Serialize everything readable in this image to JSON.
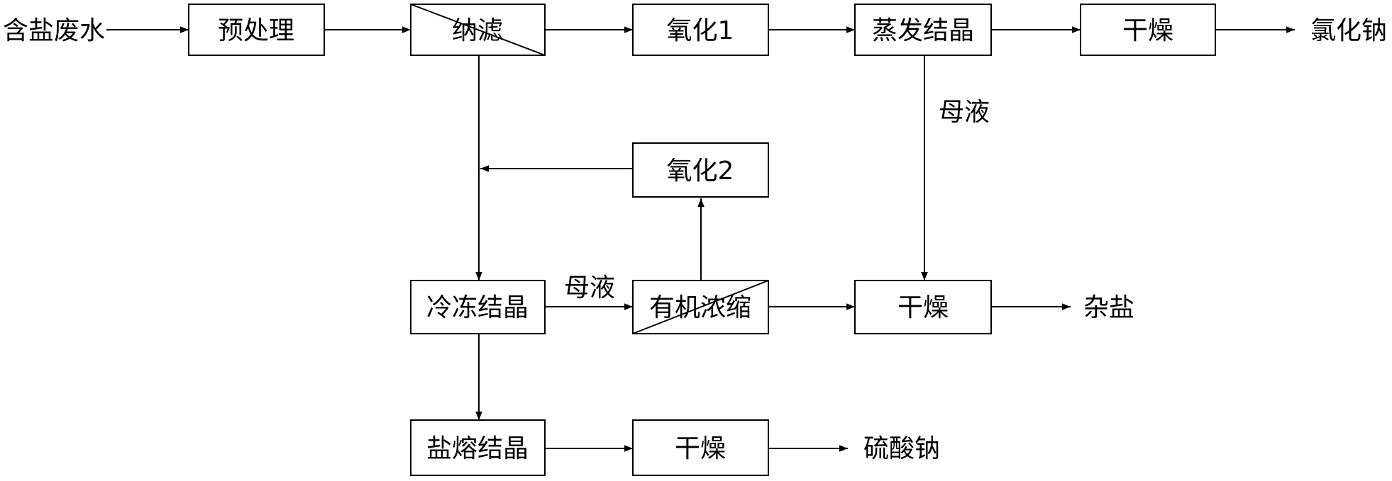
{
  "inputs": {
    "salt_wastewater": "含盐废水"
  },
  "boxes": {
    "pretreatment": "预处理",
    "nanofiltration": "纳滤",
    "oxidation1": "氧化1",
    "evap_cryst": "蒸发结晶",
    "dry_top": "干燥",
    "oxidation2": "氧化2",
    "freeze_cryst": "冷冻结晶",
    "organic_conc": "有机浓缩",
    "dry_mid": "干燥",
    "salt_melt_cryst": "盐熔结晶",
    "dry_bottom": "干燥"
  },
  "outputs": {
    "sodium_chloride": "氯化钠",
    "mixed_salt": "杂盐",
    "sodium_sulfate": "硫酸钠"
  },
  "edge_labels": {
    "mother_liquor_right": "母液",
    "mother_liquor_mid": "母液"
  }
}
